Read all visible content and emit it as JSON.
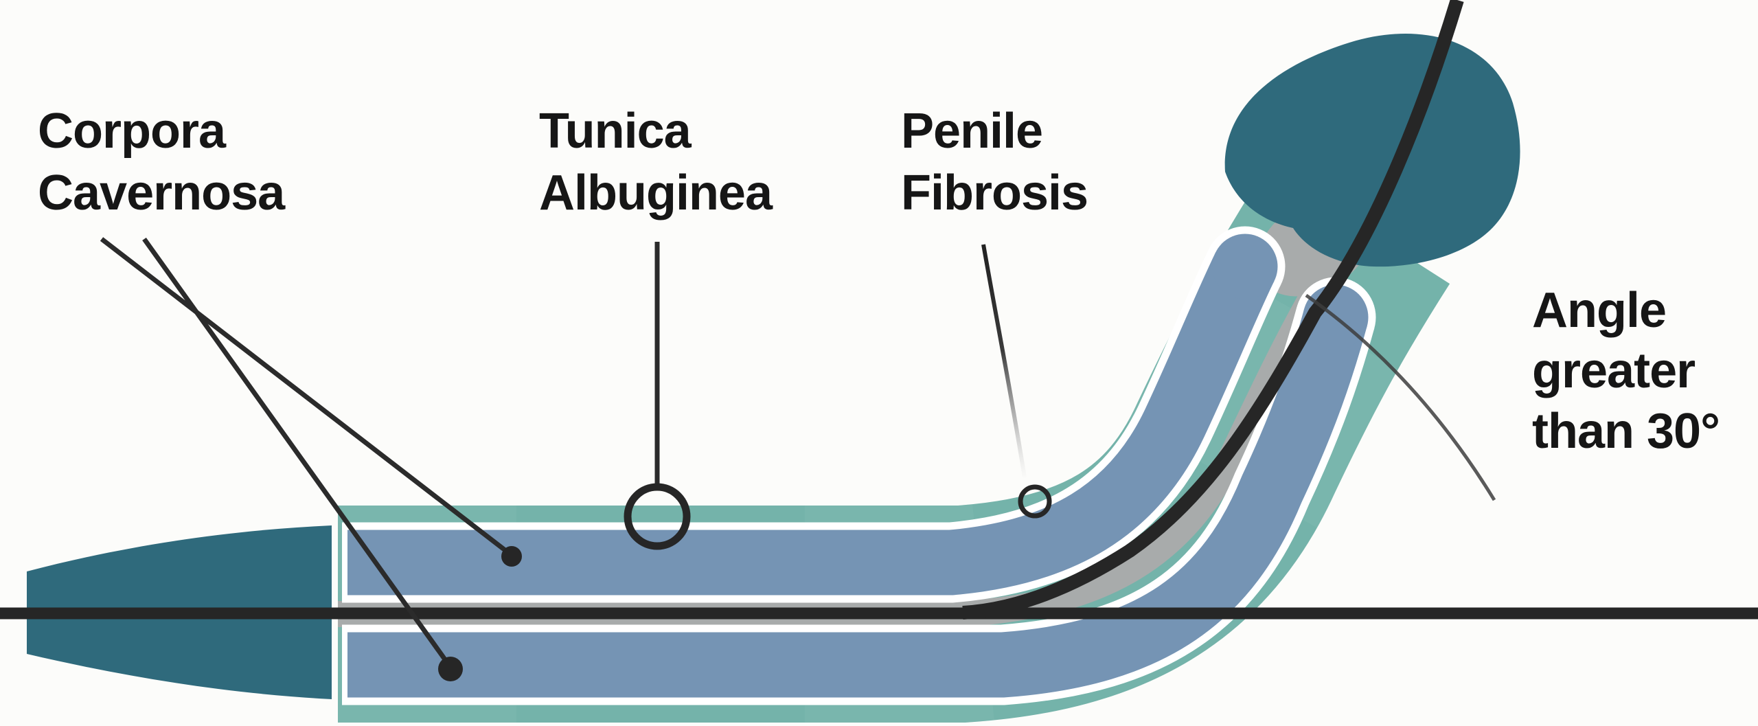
{
  "diagram": {
    "labels": {
      "corpora": {
        "lines": [
          "Corpora",
          "Cavernosa"
        ]
      },
      "tunica": {
        "lines": [
          "Tunica",
          "Albuginea"
        ]
      },
      "penile": {
        "lines": [
          "Penile",
          "Fibrosis"
        ]
      },
      "angle": {
        "lines": [
          "Angle",
          "greater",
          "than 30°"
        ]
      }
    },
    "angle_value": "30°",
    "markers": {
      "tunica_ring": "open-circle-marker",
      "fibrosis_ring": "small-open-circle-marker",
      "corpora_dots": "filled-dot-markers"
    },
    "colors": {
      "background": "#fcfcfa",
      "dark_teal": "#2f6a7c",
      "outer_band_teal": "#74b3aa",
      "outer_band_teal_light": "#8ec6ba",
      "corpora_blue": "#7594b4",
      "septum_gray": "#a8abab",
      "line_black": "#262626",
      "leader_black": "#2b2b2b",
      "arc_gray": "#3d3d3d",
      "text_black": "#161616",
      "white": "#ffffff"
    }
  }
}
